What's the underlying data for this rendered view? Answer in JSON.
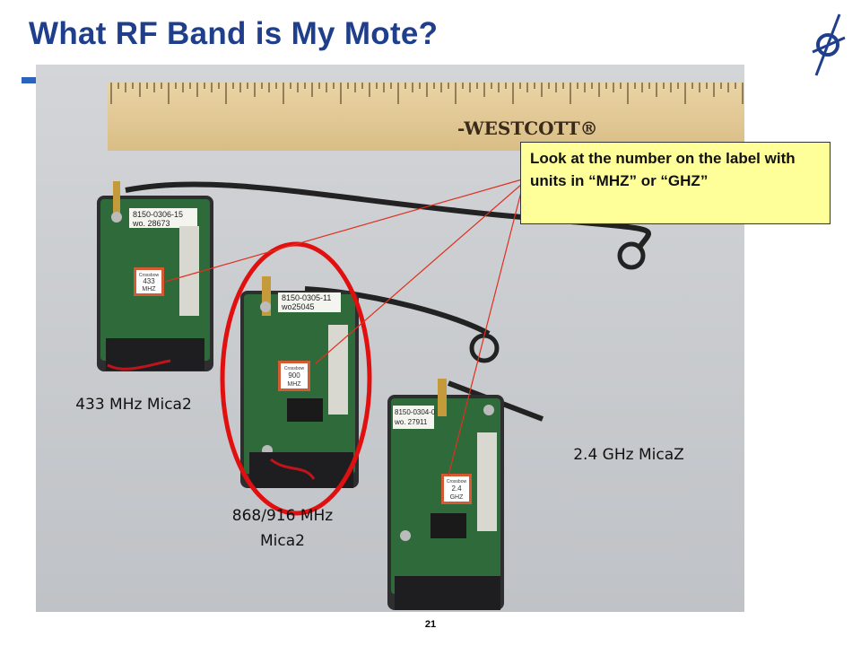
{
  "slide": {
    "title": "What RF Band is My Mote?",
    "page_number": "21"
  },
  "callout": {
    "text": "Look at the number on the label with units in “MHZ” or “GHZ”"
  },
  "labels": {
    "mote_433": "433 MHz Mica2",
    "mote_868_line1": "868/916 MHz",
    "mote_868_line2": "Mica2",
    "mote_24": "2.4 GHz MicaZ"
  },
  "photo": {
    "ruler_brand": "-WESTCOTT®",
    "mote_433": {
      "part": "8150-0306-15",
      "wo": "wo. 28673",
      "chip_brand": "Crossbow",
      "chip_freq": "433",
      "chip_unit": "MHZ"
    },
    "mote_868": {
      "part": "8150-0305-11",
      "wo": "wo25045",
      "chip_brand": "Crossbow",
      "chip_freq": "900",
      "chip_unit": "MHZ"
    },
    "mote_24": {
      "part": "8150-0304-0",
      "wo": "wo. 27911",
      "chip_brand": "Crossbow",
      "chip_freq": "2.4",
      "chip_unit": "GHZ"
    }
  },
  "colors": {
    "title": "#1f3f8c",
    "accent": "#2b63b8",
    "callout_bg": "#ffff99",
    "highlight_ring": "#e01010",
    "arrow": "#e03020"
  }
}
